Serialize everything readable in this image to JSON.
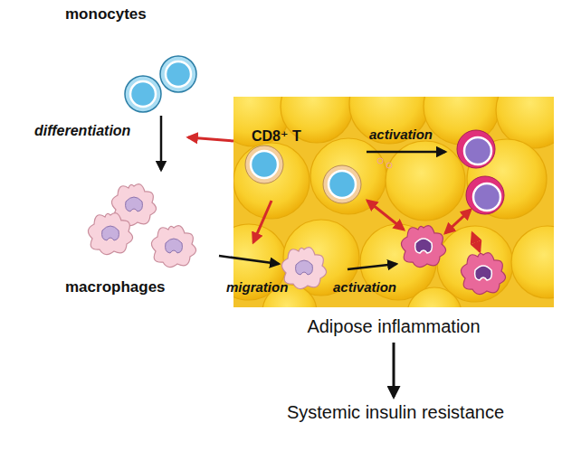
{
  "diagram": {
    "nodes": [
      {
        "text": [
          "Adipose inflammation"
        ]
      },
      {
        "text": [
          "Systemic insulin resistance"
        ]
      }
    ],
    "edges": [
      {
        "from": 0,
        "to": 1,
        "arrow": "to"
      }
    ],
    "labels": [
      "monocytes",
      "differentiation",
      "CD8⁺ T",
      "activation",
      "macrophages",
      "migration",
      "activation"
    ]
  }
}
